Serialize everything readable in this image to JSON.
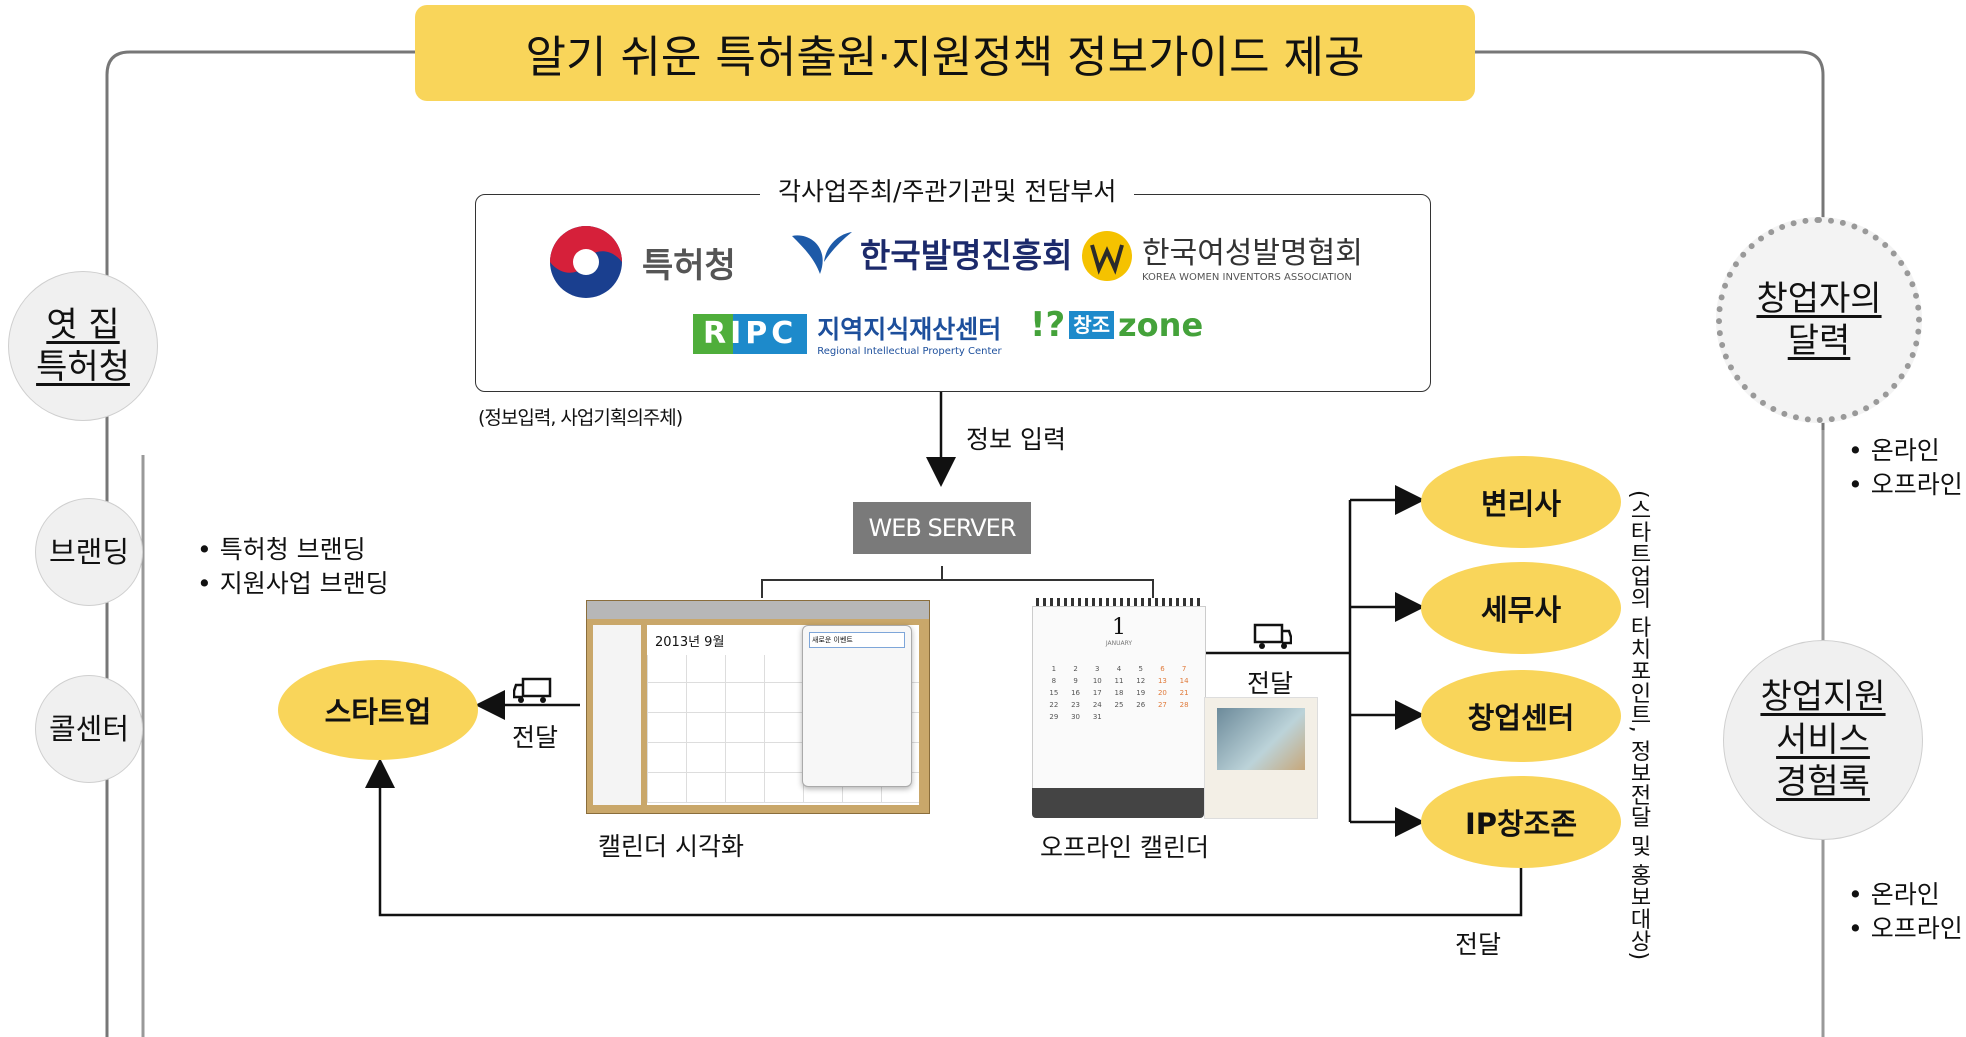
{
  "title": "알기 쉬운 특허출원·지원정책 정보가이드 제공",
  "left": {
    "main_circle": [
      "엿 집",
      "특허청"
    ],
    "circle_branding": "브랜딩",
    "circle_callcenter": "콜센터",
    "branding_bullets": [
      "특허청 브랜딩",
      "지원사업 브랜딩"
    ]
  },
  "right": {
    "top_circle": [
      "창업자의",
      "달력"
    ],
    "top_bullets": [
      "온라인",
      "오프라인"
    ],
    "bottom_circle": [
      "창업지원",
      "서비스",
      "경험록"
    ],
    "bottom_bullets": [
      "온라인",
      "오프라인"
    ]
  },
  "sponsors": {
    "title": "각사업주최/주관기관및 전담부서",
    "caption": "(정보입력, 사업기획의주체)",
    "logos": {
      "kipo": "특허청",
      "kipa": "한국발명진흥회",
      "kwia": "한국여성발명협회",
      "kwia_sub": "KOREA WOMEN INVENTORS ASSOCIATION",
      "ripc_mark": "RIPC",
      "ripc": "지역지식재산센터",
      "ripc_sub": "Regional Intellectual Property Center",
      "ipzone_mark": "!?",
      "ipzone_han": "창조",
      "ipzone": "zone"
    }
  },
  "flow": {
    "info_input": "정보 입력",
    "webserver": "WEB SERVER",
    "calendar_visual": "캘린더 시각화",
    "offline_calendar": "오프라인 캘린더",
    "deliver_left": "전달",
    "deliver_right": "전달",
    "deliver_bottom": "전달",
    "startup": "스타트업",
    "targets": [
      "변리사",
      "세무사",
      "창업센터",
      "IP창조존"
    ],
    "vertical_note": "(스타트업의 타치포인트, 정보전달 및 홍보대상)"
  },
  "screen_mock": {
    "month_label": "2013년 9월",
    "dialog_title": "새로운 이벤트"
  },
  "desk_calendar": {
    "day": "1",
    "month": "JANUARY",
    "days": [
      "1",
      "2",
      "3",
      "4",
      "5",
      "6",
      "7",
      "8",
      "9",
      "10",
      "11",
      "12",
      "13",
      "14",
      "15",
      "16",
      "17",
      "18",
      "19",
      "20",
      "21",
      "22",
      "23",
      "24",
      "25",
      "26",
      "27",
      "28",
      "29",
      "30",
      "31"
    ]
  },
  "colors": {
    "accent": "#f9d55a",
    "circle_bg": "#f0f0f0",
    "line": "#555555",
    "webserver": "#7a7a7a"
  }
}
